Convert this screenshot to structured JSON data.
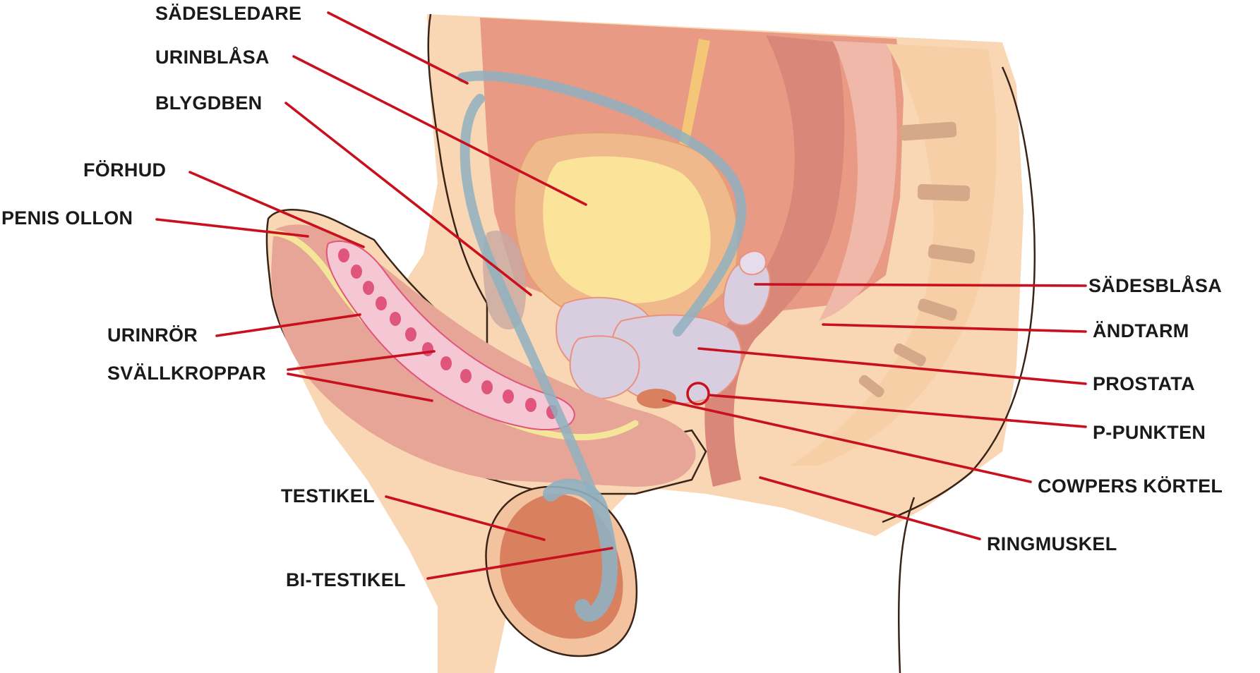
{
  "colors": {
    "skin": "#f9d7b5",
    "skin_outline": "#3a2418",
    "abdomen": "#e89a85",
    "abdomen_dark": "#d9806c",
    "rectum": "#d98778",
    "bladder_wall": "#f0b98c",
    "bladder_fill": "#fbe49a",
    "vas": "#8fb0c0",
    "penis": "#e6a596",
    "erectile": "#f5c6d4",
    "erectile_dots": "#e0557b",
    "urethra": "#f5e59a",
    "prostata": "#d9cde0",
    "testicle": "#d9805e",
    "bone": "#d4a888",
    "leader": "#c8101e"
  },
  "labels": {
    "sadesledare": "SÄDESLEDARE",
    "urinblasa": "URINBLÅSA",
    "blygdben": "BLYGDBEN",
    "forhud": "FÖRHUD",
    "penis_ollon": "PENIS OLLON",
    "urinror": "URINRÖR",
    "svallkroppar": "SVÄLLKROPPAR",
    "testikel": "TESTIKEL",
    "bi_testikel": "BI-TESTIKEL",
    "sadesblasa": "SÄDESBLÅSA",
    "andtarm": "ÄNDTARM",
    "prostata": "PROSTATA",
    "p_punkten": "P-PUNKTEN",
    "cowpers_kortel": "COWPERS KÖRTEL",
    "ringmuskel": "RINGMUSKEL"
  }
}
